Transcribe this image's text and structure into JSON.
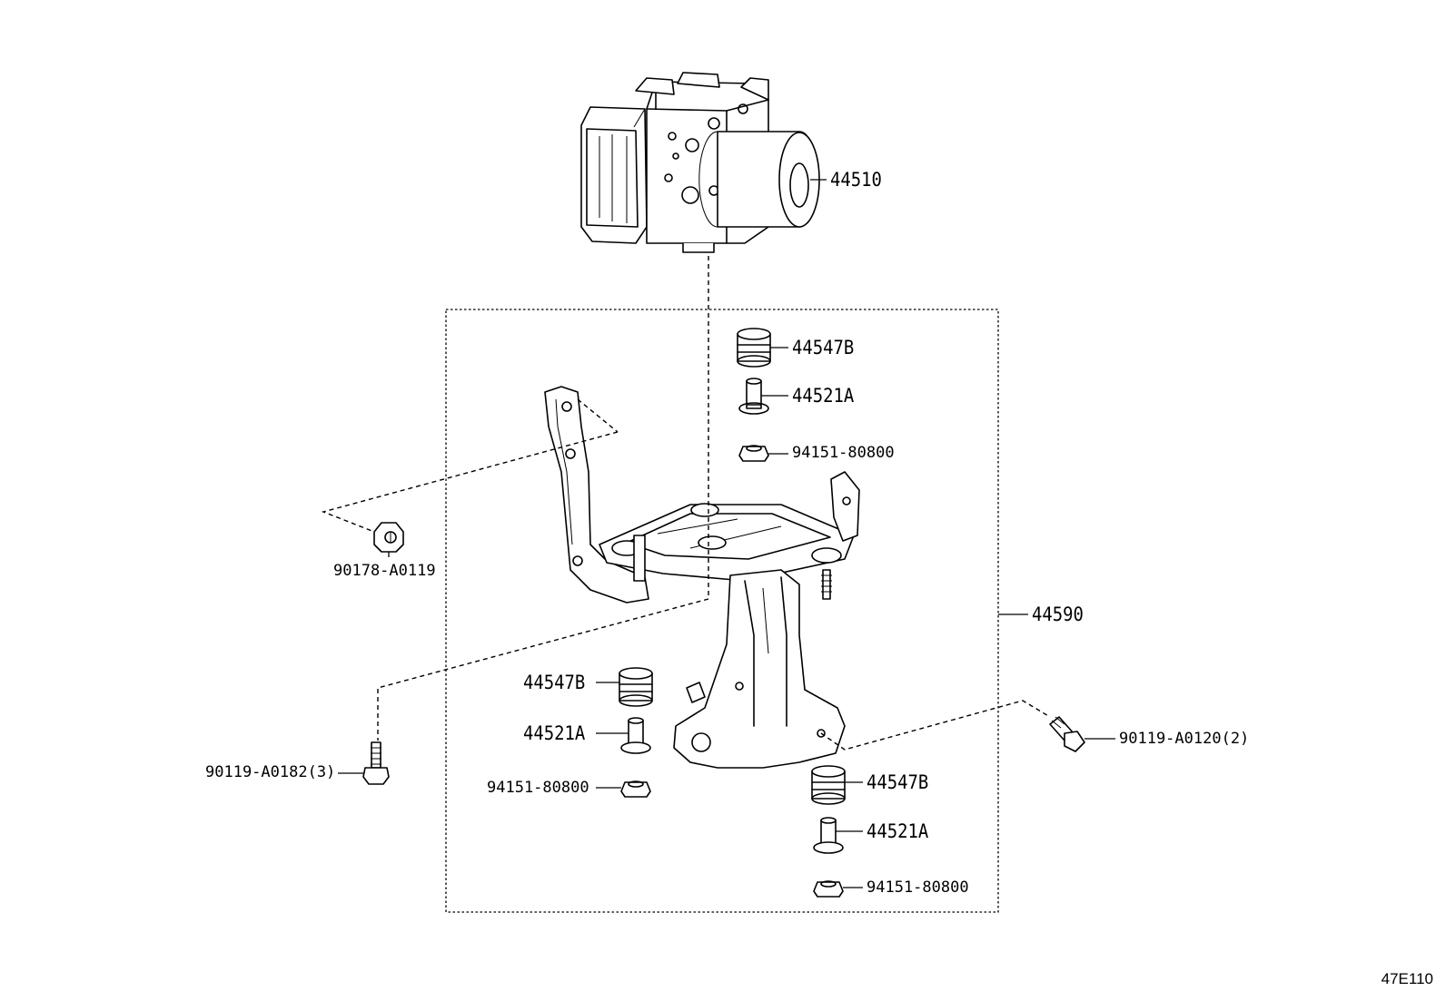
{
  "diagram_code": "47E110",
  "labels": {
    "actuator": "44510",
    "bracket_assy": "44590",
    "cushion_top": "44547B",
    "collar_top": "44521A",
    "nut_top": "94151-80800",
    "cushion_left": "44547B",
    "collar_left": "44521A",
    "nut_left": "94151-80800",
    "cushion_bottom": "44547B",
    "collar_bottom": "44521A",
    "nut_bottom": "94151-80800",
    "nut_side": "90178-A0119",
    "bolt_left": "90119-A0182(3)",
    "bolt_right": "90119-A0120(2)"
  }
}
